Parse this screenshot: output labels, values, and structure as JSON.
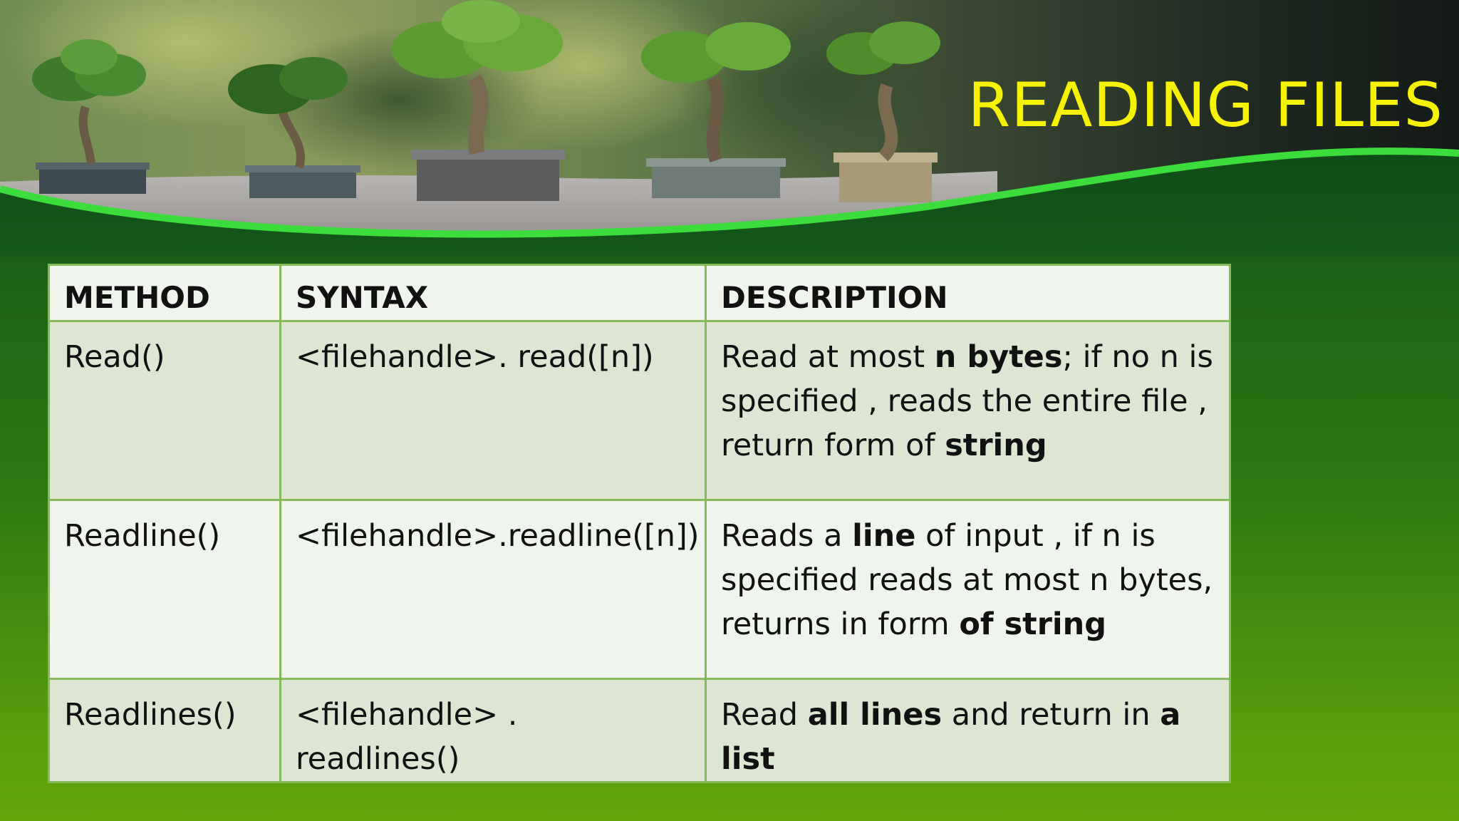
{
  "slide": {
    "title": "READING FILES"
  },
  "table": {
    "headers": [
      "METHOD",
      "SYNTAX",
      "DESCRIPTION"
    ],
    "rows": [
      {
        "method": "Read()",
        "syntax": "<filehandle>. read([n])",
        "description": [
          {
            "t": "Read at most ",
            "b": false
          },
          {
            "t": "n bytes",
            "b": true
          },
          {
            "t": "; if no n is specified , reads the entire file , return form  of ",
            "b": false
          },
          {
            "t": "string",
            "b": true
          }
        ]
      },
      {
        "method": "Readline()",
        "syntax": "<filehandle>.readline([n])",
        "description": [
          {
            "t": "Reads a ",
            "b": false
          },
          {
            "t": "line",
            "b": true
          },
          {
            "t": " of input , if n is specified reads at most n bytes, returns in form ",
            "b": false
          },
          {
            "t": "of string",
            "b": true
          }
        ]
      },
      {
        "method": "Readlines()",
        "syntax": "<filehandle> . readlines()",
        "description": [
          {
            "t": "Read ",
            "b": false
          },
          {
            "t": "all lines",
            "b": true
          },
          {
            "t": " and return in ",
            "b": false
          },
          {
            "t": "a list",
            "b": true
          }
        ]
      }
    ]
  },
  "colors": {
    "title": "#f7f200",
    "accent_curve": "#3ddc3d",
    "table_border": "#86b95a",
    "cell_light": "#eff4ec",
    "cell_dark": "#dde6d3"
  }
}
